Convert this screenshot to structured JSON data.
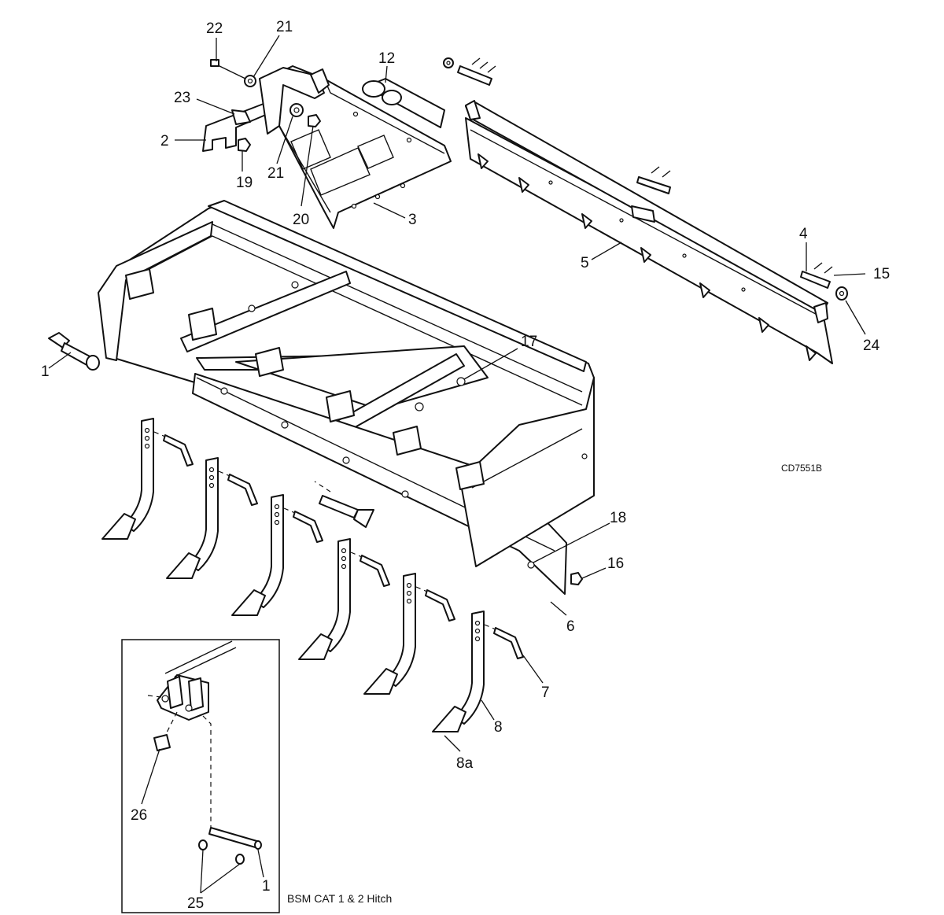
{
  "drawing_code": "CD7551B",
  "inset_caption": "BSM CAT 1 & 2 Hitch",
  "callouts": {
    "c22": "22",
    "c21a": "21",
    "c23": "23",
    "c2": "2",
    "c19": "19",
    "c21b": "21",
    "c20": "20",
    "c12": "12",
    "c3": "3",
    "c4": "4",
    "c5": "5",
    "c15": "15",
    "c24": "24",
    "c1a": "1",
    "c17": "17",
    "c18": "18",
    "c16": "16",
    "c6": "6",
    "c7": "7",
    "c8": "8",
    "c8a": "8a",
    "c26": "26",
    "c25": "25",
    "c1b": "1"
  }
}
